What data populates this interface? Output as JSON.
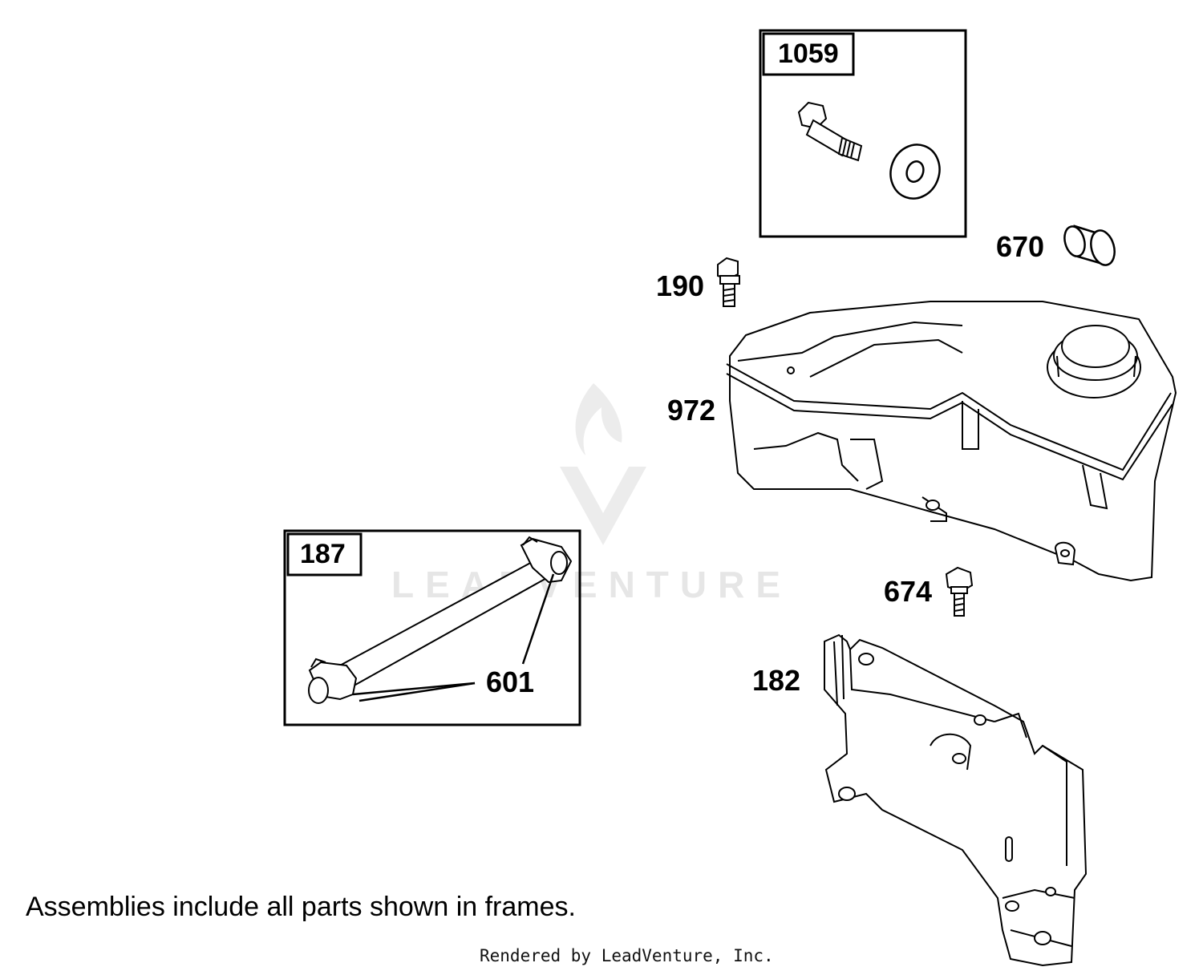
{
  "callouts": {
    "p1059": "1059",
    "p670": "670",
    "p190": "190",
    "p972": "972",
    "p187": "187",
    "p674": "674",
    "p601": "601",
    "p182": "182"
  },
  "footer": {
    "note": "Assemblies include all parts shown in frames.",
    "credit": "Rendered by LeadVenture, Inc."
  },
  "watermark": {
    "text": "LEADVENTURE",
    "logo": "flame-v-logo"
  },
  "colors": {
    "line": "#000000",
    "watermark": "#e6e6e6"
  }
}
